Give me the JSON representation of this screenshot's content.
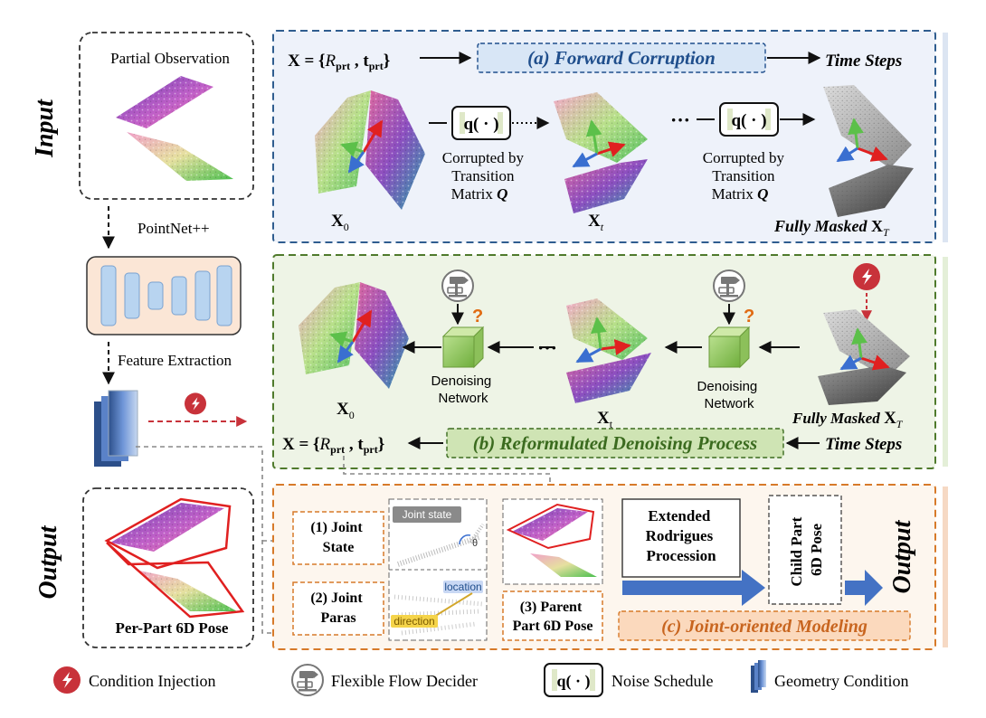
{
  "colors": {
    "forward_border": "#2f5d8f",
    "forward_fill": "#eef2fa",
    "denoise_border": "#4f7a2c",
    "denoise_fill": "#eef4e6",
    "output_border": "#d77a2a",
    "output_fill": "#fdf6ee",
    "label_blue": "#1f4e8c",
    "label_green": "#3b6b1f",
    "label_orange": "#c8651f",
    "arrow_blue": "#4472c4",
    "condition_red": "#c8323a"
  },
  "left": {
    "input_label": "Input",
    "partial_observation": "Partial Observation",
    "pointnet": "PointNet++",
    "feature_extraction": "Feature Extraction",
    "output_label": "Output",
    "per_part_pose": "Per-Part 6D Pose"
  },
  "forward": {
    "x_eq": "X = {",
    "r_sym": "R",
    "r_sub": "prt",
    "comma": " , ",
    "t_sym": "t",
    "t_sub": "prt",
    "close": "}",
    "title": "(a) Forward Corruption",
    "time_steps": "Time Steps",
    "q_label": "q( · )",
    "corrupt_line1": "Corrupted by",
    "corrupt_line2": "Transition",
    "corrupt_line3": "Matrix",
    "corrupt_q": "Q",
    "ellipsis": "···",
    "x0": "X",
    "x0_sub": "0",
    "xt": "X",
    "xt_sub": "t",
    "fully_masked": "Fully Masked",
    "xT": "X",
    "xT_sub": "T"
  },
  "denoise": {
    "x0": "X",
    "x0_sub": "0",
    "xt": "X",
    "xt_sub": "t",
    "denoising_line1": "Denoising",
    "denoising_line2": "Network",
    "ellipsis": "···",
    "fully_masked": "Fully Masked",
    "xT": "X",
    "xT_sub": "T",
    "question": "?",
    "x_eq": "X = {",
    "r_sym": "R",
    "r_sub": "prt",
    "comma": " , ",
    "t_sym": "t",
    "t_sub": "prt",
    "close": "}",
    "title": "(b) Reformulated Denoising Process",
    "time_steps": "Time Steps"
  },
  "output": {
    "joint_state_1": "(1) Joint",
    "joint_state_2": "State",
    "joint_paras_1": "(2) Joint",
    "joint_paras_2": "Paras",
    "joint_state_tag": "Joint state",
    "theta": "θ",
    "location_tag": "location",
    "direction_tag": "direction",
    "parent_1": "(3) Parent",
    "parent_2": "Part 6D Pose",
    "rodrigues_1": "Extended",
    "rodrigues_2": "Rodrigues",
    "rodrigues_3": "Procession",
    "child_1": "Child Part",
    "child_2": "6D Pose",
    "output_label": "Output",
    "title": "(c) Joint-oriented Modeling"
  },
  "legend": {
    "condition": "Condition  Injection",
    "flow": "Flexible Flow Decider",
    "noise_q": "q( · )",
    "noise": "Noise Schedule",
    "geometry": "Geometry Condition"
  }
}
